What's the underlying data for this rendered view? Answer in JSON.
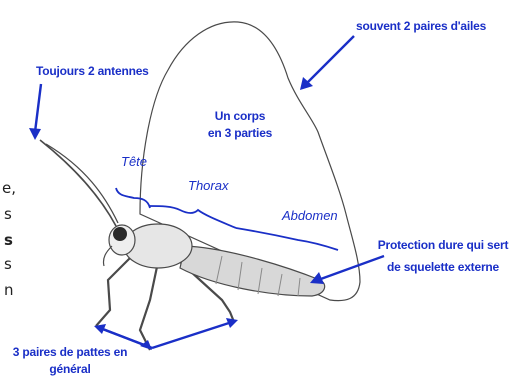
{
  "colors": {
    "accent": "#1a2fc7",
    "outline": "#4a4a4a",
    "body_shade": "#bdbdbd"
  },
  "labels": {
    "antennae": "Toujours 2 antennes",
    "wings": "souvent 2 paires d'ailes",
    "body_line1": "Un corps",
    "body_line2": "en 3 parties",
    "exoskeleton_line1": "Protection dure qui sert",
    "exoskeleton_line2": "de squelette externe",
    "legs_line1": "3 paires de pattes en",
    "legs_line2": "général"
  },
  "body_parts": {
    "head": "Tête",
    "thorax": "Thorax",
    "abdomen": "Abdomen"
  },
  "cropped_text": [
    "e,",
    "s",
    "s",
    "s",
    "n"
  ],
  "icons": {
    "insect": "insect-drawing-icon"
  }
}
